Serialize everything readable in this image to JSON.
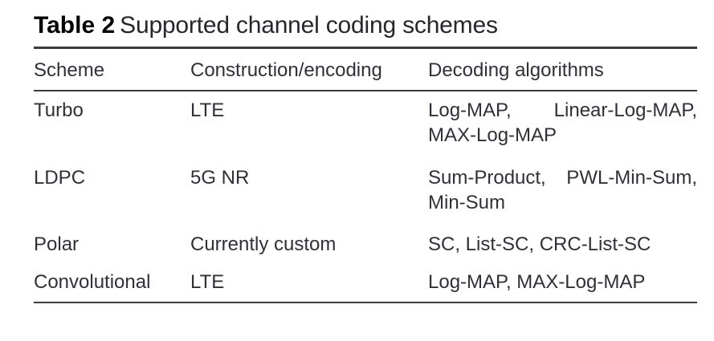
{
  "table": {
    "caption": {
      "label": "Table 2",
      "text": "Supported channel coding schemes"
    },
    "columns": [
      "Scheme",
      "Construction/encoding",
      "Decoding algorithms"
    ],
    "rows": [
      {
        "scheme": "Turbo",
        "construction": "LTE",
        "decoding": "Log-MAP, Linear-Log-MAP, MAX-Log-MAP"
      },
      {
        "scheme": "LDPC",
        "construction": "5G NR",
        "decoding": "Sum-Product, PWL-Min-Sum, Min-Sum"
      },
      {
        "scheme": "Polar",
        "construction": "Currently custom",
        "decoding": "SC, List-SC, CRC-List-SC"
      },
      {
        "scheme": "Convolutional",
        "construction": "LTE",
        "decoding": "Log-MAP, MAX-Log-MAP"
      }
    ]
  },
  "colors": {
    "background": "#ffffff",
    "text": "#303038",
    "caption_bold": "#050508",
    "rule": "#3c3c40"
  }
}
